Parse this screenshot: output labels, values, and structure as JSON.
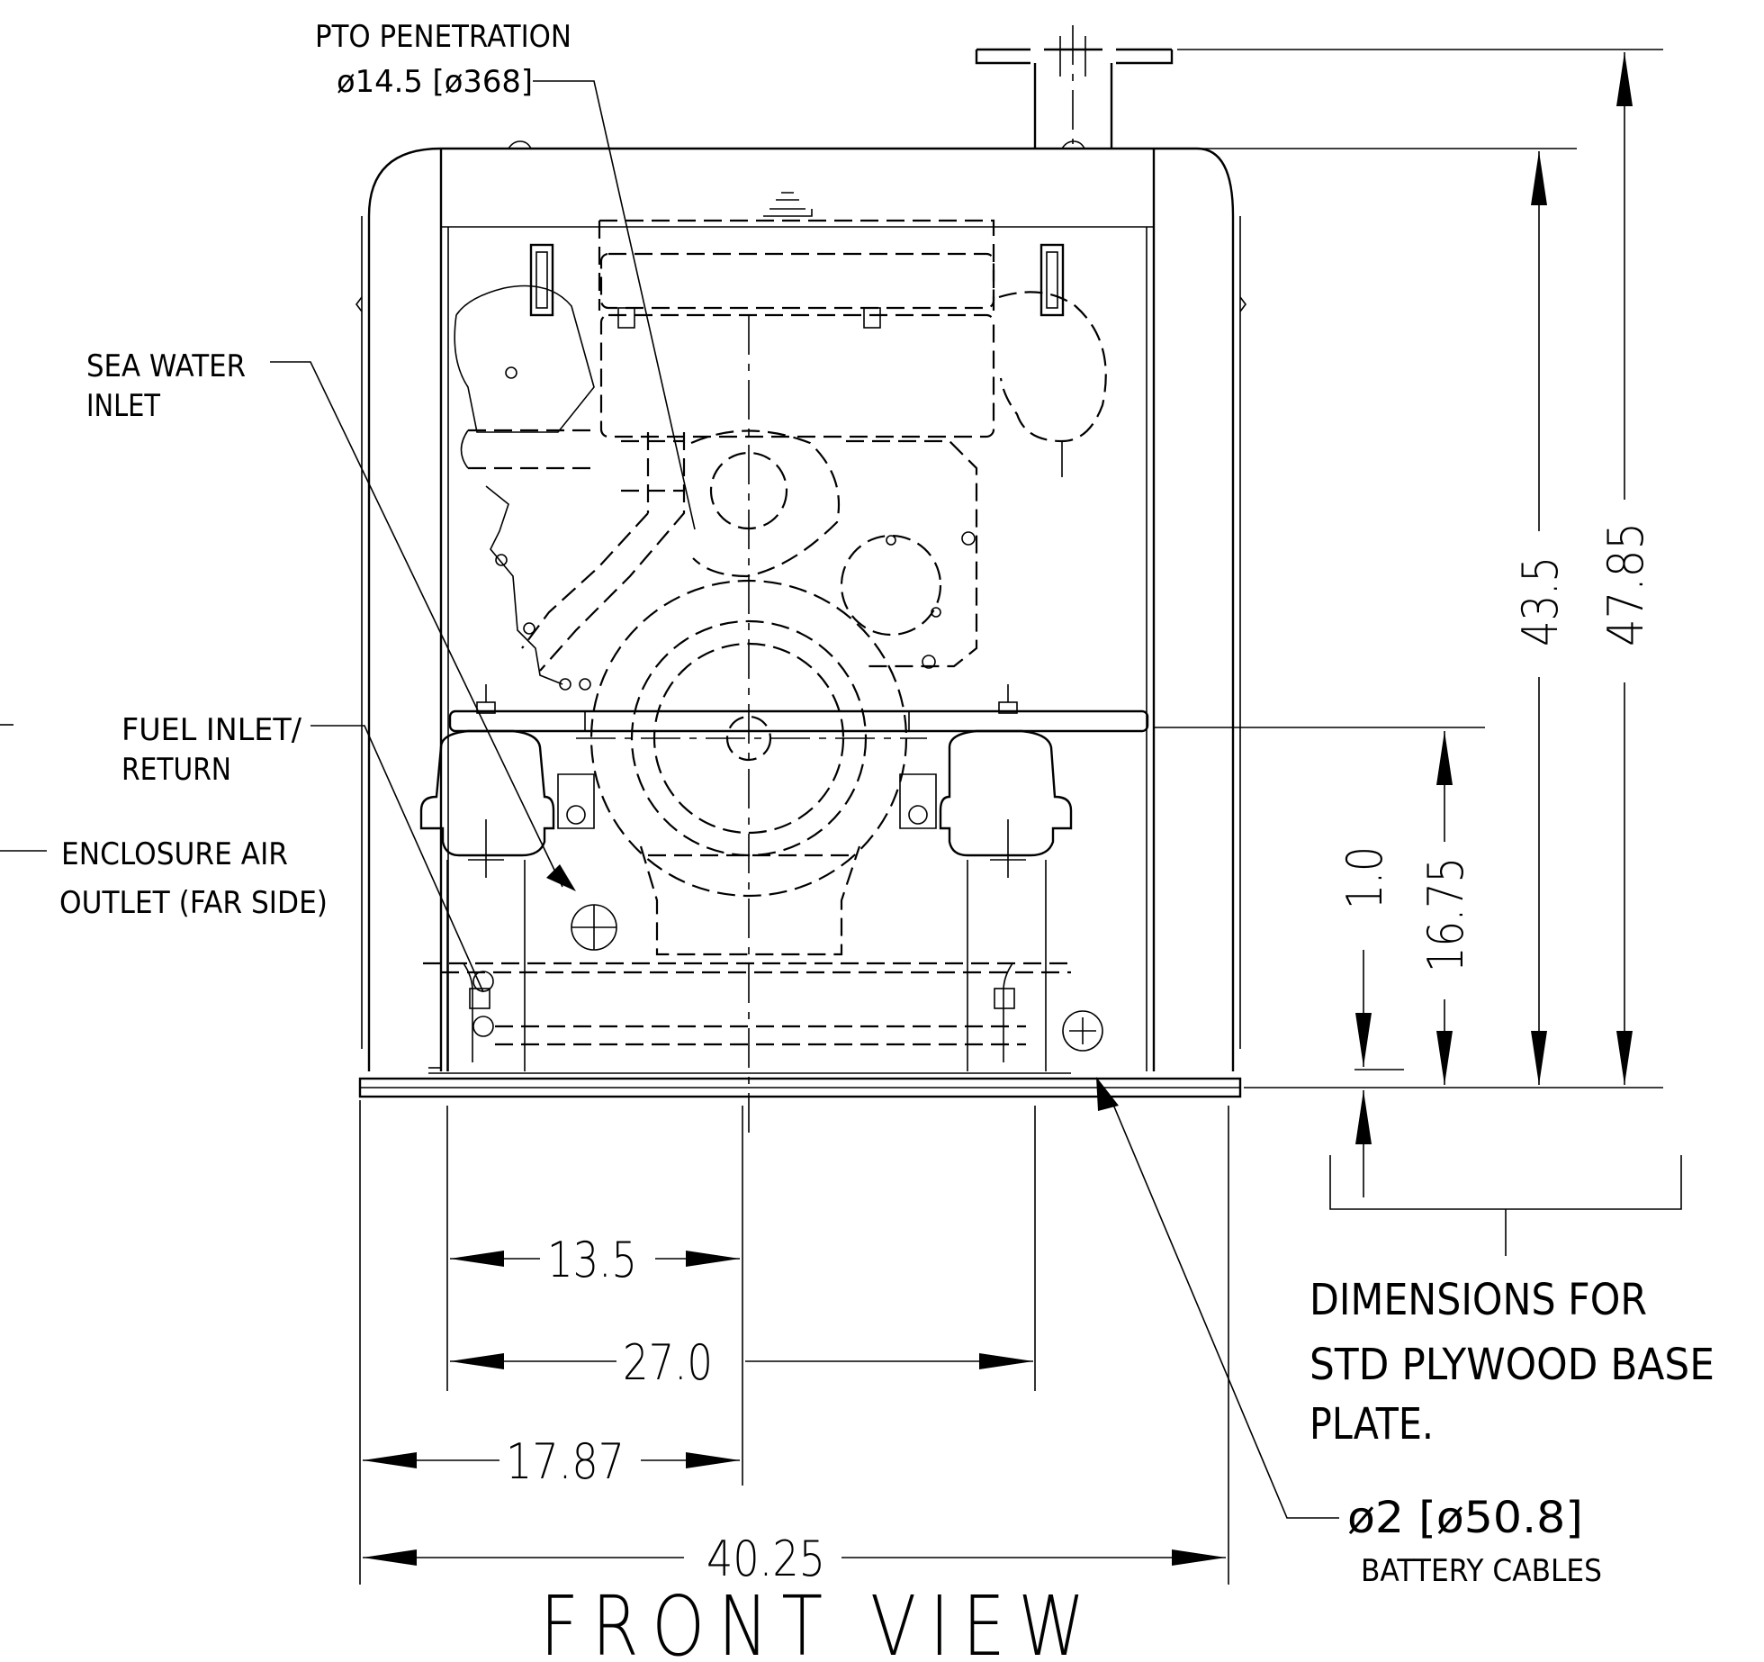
{
  "view_title": "FRONT VIEW",
  "callouts": {
    "pto_penetration": {
      "line1": "PTO PENETRATION",
      "line2": "ø14.5 [ø368]"
    },
    "sea_water_inlet": {
      "line1": "SEA WATER",
      "line2": "INLET"
    },
    "fuel_inlet_return": {
      "line1": "FUEL INLET/",
      "line2": "RETURN"
    },
    "enclosure_air_outlet": {
      "line1": "ENCLOSURE AIR",
      "line2": "OUTLET (FAR SIDE)"
    },
    "battery_cables": {
      "line1": "ø2 [ø50.8]",
      "line2": "BATTERY CABLES"
    },
    "base_plate_note": {
      "line1": "DIMENSIONS FOR",
      "line2": "STD PLYWOOD BASE",
      "line3": "PLATE."
    }
  },
  "dimensions": {
    "width_13_5": "13.5",
    "width_27_0": "27.0",
    "width_17_87": "17.87",
    "width_40_25": "40.25",
    "height_1_0": "1.0",
    "height_16_75": "16.75",
    "height_43_5": "43.5",
    "height_47_85": "47.85"
  }
}
